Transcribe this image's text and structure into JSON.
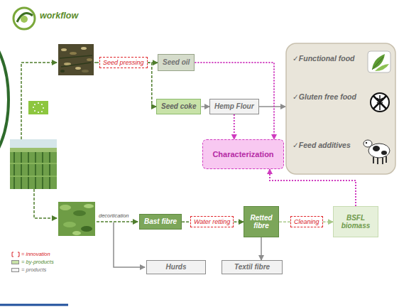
{
  "diagram": {
    "nodes": [
      {
        "text": [
          "Seed pressing"
        ]
      },
      {
        "text": [
          "Seed oil"
        ]
      },
      {
        "text": [
          "Seed coke"
        ]
      },
      {
        "text": [
          "Hemp Flour"
        ]
      },
      {
        "text": [
          "✓Functional food",
          "✓Gluten free food",
          "✓Feed additives"
        ]
      },
      {
        "text": [
          "Characterization"
        ]
      },
      {
        "text": [
          "Bast fibre"
        ]
      },
      {
        "text": [
          "Water retting"
        ]
      },
      {
        "text": [
          "Retted fibre"
        ]
      },
      {
        "text": [
          "Cleaning"
        ]
      },
      {
        "text": [
          "BSFL biomass"
        ]
      },
      {
        "text": [
          "Hurds"
        ]
      },
      {
        "text": [
          "Textil fibre"
        ]
      }
    ],
    "edges": [
      {
        "from": 0,
        "to": 1,
        "arrow": "to"
      },
      {
        "from": 0,
        "to": 2,
        "arrow": "to"
      },
      {
        "from": 2,
        "to": 3,
        "arrow": "to"
      },
      {
        "from": 3,
        "to": 4,
        "arrow": "to"
      },
      {
        "from": 1,
        "to": 5,
        "arrow": "to"
      },
      {
        "from": 3,
        "to": 5,
        "arrow": "to"
      },
      {
        "from": 10,
        "to": 5,
        "arrow": "to"
      },
      {
        "from": 6,
        "to": 7,
        "arrow": "none"
      },
      {
        "from": 7,
        "to": 8,
        "arrow": "to"
      },
      {
        "from": 8,
        "to": 9,
        "arrow": "none"
      },
      {
        "from": 9,
        "to": 10,
        "arrow": "to"
      },
      {
        "from": 8,
        "to": 12,
        "arrow": "to"
      }
    ],
    "labels": [
      "workflow",
      "decortication"
    ],
    "legend": [
      {
        "text": "= innovation"
      },
      {
        "text": "= by-products",
        "color": "#c8e2a8"
      },
      {
        "text": "= products",
        "color": "#f2f2f2"
      }
    ]
  }
}
